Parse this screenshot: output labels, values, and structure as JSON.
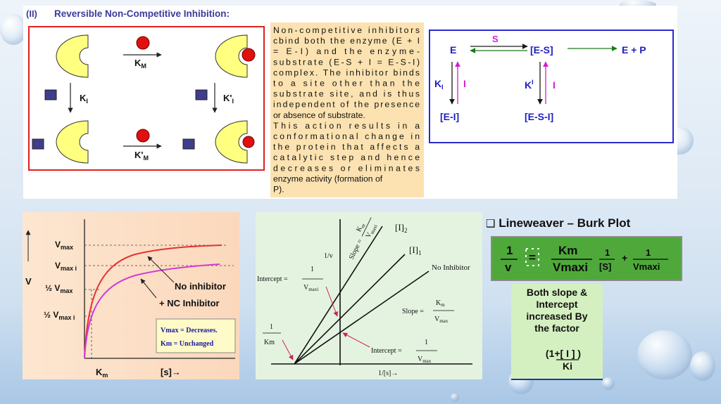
{
  "top_panel": {
    "heading_num": "(II)",
    "heading_text": "Reversible Non-Competitive Inhibition:",
    "schematic": {
      "km": "K",
      "km_sub": "M",
      "ki": "K",
      "ki_sub": "I",
      "ki_prime": "K'",
      "ki_prime_sub": "I",
      "km_prime": "K'",
      "km_prime_sub": "M"
    },
    "description_lines": [
      "Non-competitive inhibitors",
      "cbind both the enzyme (E + I",
      "= E-I) and the enzyme-",
      "substrate (E-S + I = E-S-I)",
      "complex. The inhibitor binds",
      "to a site other than the",
      "substrate site, and is thus",
      "independent of the presence",
      "or absence of substrate.",
      "This action results in a",
      "conformational change in",
      "the protein that affects a",
      "catalytic step and hence",
      "decreases or eliminates",
      "enzyme activity (formation of",
      "P)."
    ],
    "scheme": {
      "E": "E",
      "S": "S",
      "ES": "[E-S]",
      "EP": "E + P",
      "KI": "K",
      "KI_sub": "I",
      "I1": "I",
      "KI2": "K",
      "KI2_sub": "I",
      "I2": "I",
      "EI": "[E-I]",
      "ESI": "[E-S-I]"
    }
  },
  "mm_plot": {
    "y_axis": "V",
    "y_ticks": [
      {
        "main": "V",
        "sub": "max"
      },
      {
        "main": "V",
        "sub": "max i"
      },
      {
        "main": "½ V",
        "sub": "max"
      },
      {
        "main": "½ V",
        "sub": "max i"
      }
    ],
    "x_tick_main": "K",
    "x_tick_sub": "m",
    "x_axis": "[s]→",
    "label_no_inh": "No inhibitor",
    "label_nc": "+ NC Inhibitor",
    "box_line1": "Vmax = Decreases.",
    "box_line2": "Km = Unchanged",
    "colors": {
      "no_inhibitor": "#e53030",
      "nc_inhibitor": "#d23bd6"
    }
  },
  "lb_plot": {
    "slope_top_label": "Slope =",
    "slope_top_num": "K",
    "slope_top_num_sub": "m",
    "slope_top_den": "V",
    "slope_top_den_sub": "maxi",
    "I2": "[I]",
    "I2_sub": "2",
    "I1": "[I]",
    "I1_sub": "1",
    "y_axis": "1/v",
    "no_inhibitor": "No Inhibitor",
    "intercept_label": "Intercept =",
    "intercept_num": "1",
    "intercept_den": "V",
    "intercept_den_sub": "maxi",
    "slope_label": "Slope =",
    "slope_num": "K",
    "slope_num_sub": "m",
    "slope_den": "V",
    "slope_den_sub": "max",
    "neg_num": "1",
    "neg_den": "Km",
    "intercept2_label": "Intercept =",
    "intercept2_num": "1",
    "intercept2_den": "V",
    "intercept2_den_sub": "max",
    "x_axis": "1/[s]→"
  },
  "lineweaver": {
    "bullet": "❑",
    "title": "Lineweaver – Burk Plot",
    "eq_one": "1",
    "eq_v": "v",
    "eq_km": "Km",
    "eq_vmaxi": "Vmaxi",
    "eq_one2": "1",
    "eq_s": "[S]",
    "eq_plus": "+",
    "eq_one3": "1",
    "eq_vmaxi2": "Vmaxi",
    "note_lines": [
      "Both slope &",
      "Intercept",
      "increased By",
      "the factor"
    ],
    "factor_num": "(1+[ I ] )",
    "factor_den": "Ki"
  }
}
